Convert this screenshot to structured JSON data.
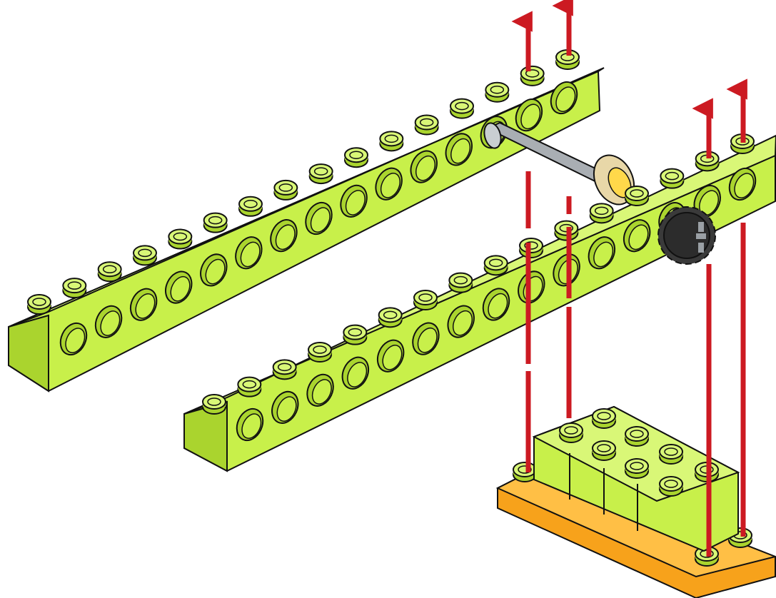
{
  "diagram": {
    "colors": {
      "brick": "#c8f04a",
      "brick_top": "#d9f777",
      "brick_side": "#aad42e",
      "plate": "#f7a21b",
      "plate_top": "#ffbf45",
      "arrow": "#cc1a22",
      "axle": "#a9aeb3",
      "gear": "#3a3a3a",
      "bushing": "#e8d7a8",
      "outline": "#111111"
    },
    "icons": [
      "technic-beam",
      "technic-beam",
      "axle",
      "bushing",
      "gear",
      "brick-2x4",
      "plate",
      "arrow-up"
    ]
  }
}
